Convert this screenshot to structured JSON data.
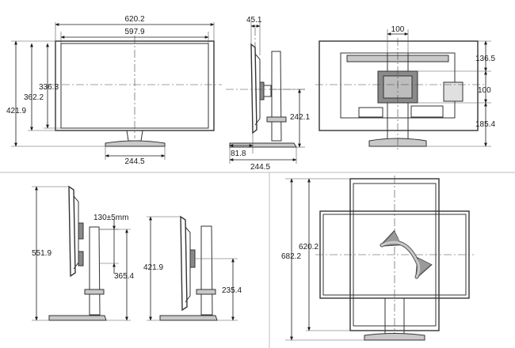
{
  "views": {
    "front": {
      "overall_width": "620.2",
      "panel_width": "597.9",
      "panel_height": "336.3",
      "frame_height": "362.2",
      "total_height": "421.9",
      "base_width": "244.5"
    },
    "side": {
      "depth": "45.1",
      "height_to_mount": "242.1",
      "base_front": "81.8",
      "base_depth": "244.5"
    },
    "back": {
      "vesa_width": "100",
      "top_to_vesa": "136.5",
      "vesa_height": "100",
      "vesa_to_bottom": "185.4"
    },
    "side_max_height": {
      "total_height": "551.9",
      "height_adjust": "130±5mm",
      "mount_height": "365.4"
    },
    "side_min_height": {
      "total_height": "421.9",
      "mount_height": "235.4"
    },
    "portrait": {
      "panel_height": "620.2",
      "total_height": "682.2"
    }
  },
  "colors": {
    "line": "#333333",
    "dimension": "#1a1a1a",
    "separator": "#bdbdbd",
    "background": "#ffffff"
  },
  "icons": {
    "rotation": "curved-double-arrow-icon"
  }
}
